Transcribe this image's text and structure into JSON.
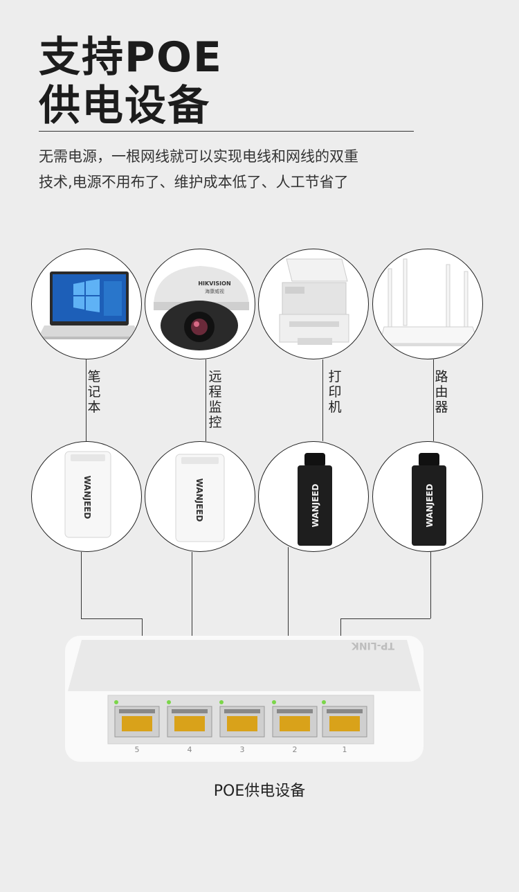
{
  "title": {
    "line1": "支持POE",
    "line2": "供电设备"
  },
  "description": {
    "line1": "无需电源，一根网线就可以实现电线和网线的双重",
    "line2": "技术,电源不用布了、维护成本低了、人工节省了"
  },
  "devices": [
    {
      "label": "笔记本",
      "chars": [
        "笔",
        "记",
        "本"
      ],
      "icon": "laptop-icon"
    },
    {
      "label": "远程监控",
      "chars": [
        "远",
        "程",
        "监",
        "控"
      ],
      "icon": "dome-camera-icon",
      "brand": "HIKVISION",
      "brand_cn": "海康威视"
    },
    {
      "label": "打印机",
      "chars": [
        "打",
        "印",
        "机"
      ],
      "icon": "printer-icon"
    },
    {
      "label": "路由器",
      "chars": [
        "路",
        "由",
        "器"
      ],
      "icon": "router-icon"
    }
  ],
  "splitters": [
    {
      "brand": "WANJEED",
      "color": "white"
    },
    {
      "brand": "WANJEED",
      "color": "white"
    },
    {
      "brand": "WANJEED",
      "color": "black"
    },
    {
      "brand": "WANJEED",
      "color": "black"
    }
  ],
  "switch": {
    "brand": "TP-LINK",
    "ports": [
      "5",
      "4",
      "3",
      "2",
      "1"
    ]
  },
  "caption": "POE供电设备",
  "colors": {
    "background": "#ededed",
    "splitter_black": "#1e1e1e",
    "port_pins": "#d9a21a",
    "led": "#7bd64a"
  }
}
